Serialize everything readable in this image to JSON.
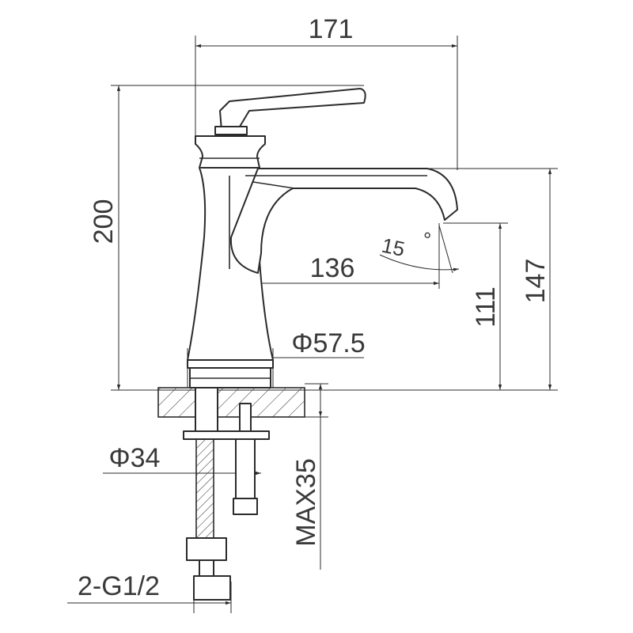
{
  "drawing": {
    "title": "Basin faucet dimension drawing",
    "dimensions": {
      "overall_width": "171",
      "overall_height": "200",
      "spout_reach": "136",
      "spout_angle": "15",
      "degree_symbol": "°",
      "spout_outlet_height": "111",
      "spout_top_height": "147",
      "base_diameter": "Φ57.5",
      "mount_diameter": "Φ34",
      "max_deck_thickness": "MAX35",
      "connection": "2-G1/2"
    },
    "line_color": "#2b2b2b"
  }
}
